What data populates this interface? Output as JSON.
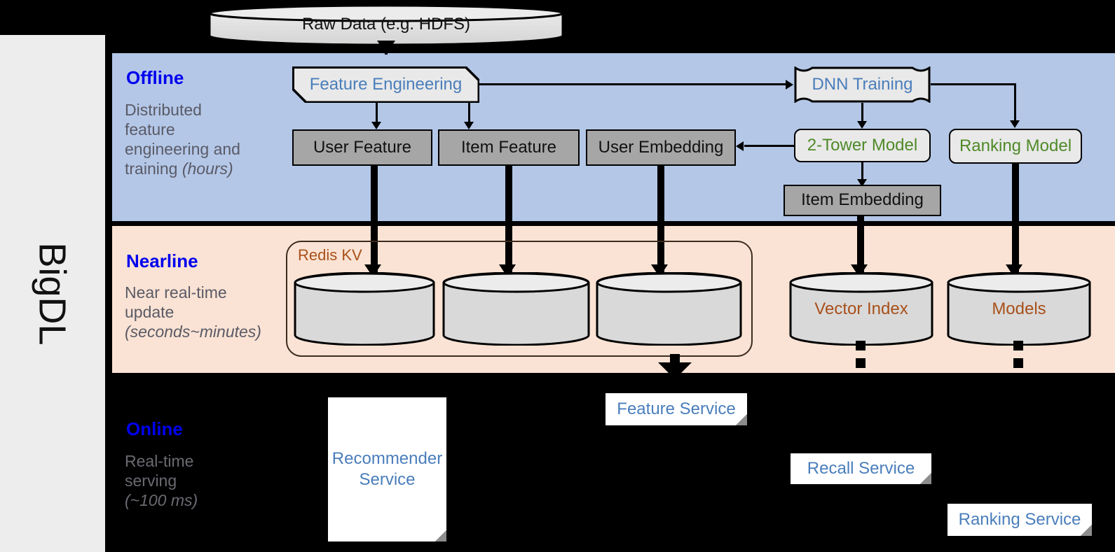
{
  "sidebar": {
    "label": "BigDL"
  },
  "bands": [
    {
      "key": "offline",
      "title": "Offline",
      "desc_line1": "Distributed",
      "desc_line2": "feature",
      "desc_line3": "engineering and",
      "desc_line4": "training ",
      "desc_italic": "(hours)"
    },
    {
      "key": "nearline",
      "title": "Nearline",
      "desc_line1": "Near real-time",
      "desc_line2": "update",
      "desc_italic": "(seconds~minutes)"
    },
    {
      "key": "online",
      "title": "Online",
      "desc_line1": "Real-time",
      "desc_line2": "serving",
      "desc_italic": "(~100 ms)"
    }
  ],
  "nodes": {
    "raw_data": "Raw Data (e.g. HDFS)",
    "feature_engineering": "Feature Engineering",
    "dnn_training": "DNN Training",
    "user_feature": "User Feature",
    "item_feature": "Item Feature",
    "user_embedding": "User Embedding",
    "two_tower_model": "2-Tower Model",
    "ranking_model": "Ranking Model",
    "item_embedding": "Item Embedding",
    "redis_kv": "Redis KV",
    "vector_index": "Vector Index",
    "models": "Models",
    "feature_service": "Feature Service",
    "recommender_service_l1": "Recommender",
    "recommender_service_l2": "Service",
    "recall_service": "Recall Service",
    "ranking_service": "Ranking Service"
  },
  "colors": {
    "offline_band": "#b4c7e7",
    "nearline_band": "#fae3d4",
    "online_band": "#000000",
    "band_title": "#0000ee",
    "band_desc": "#5a5a66",
    "process_text": "#4a7ebb",
    "model_text": "#4f8a28",
    "store_text": "#a8501a",
    "data_box_fill": "#a6a6a6",
    "process_box_fill": "#e9e9e9",
    "rail_fill": "#ededed"
  }
}
